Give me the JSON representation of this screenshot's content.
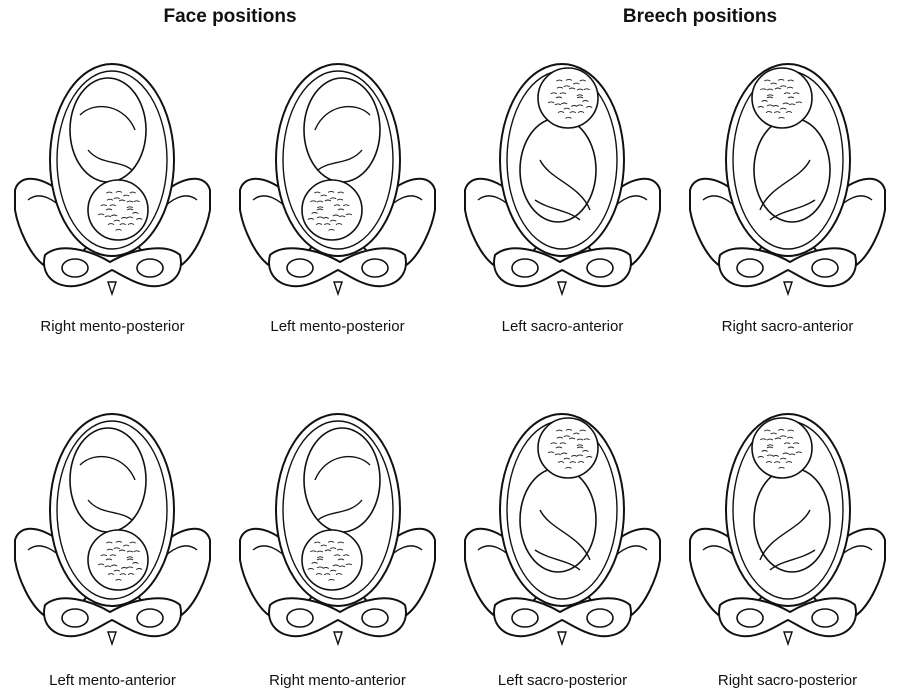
{
  "headings": {
    "face": "Face positions",
    "breech": "Breech positions"
  },
  "panels": [
    {
      "caption": "Right mento-posterior",
      "group": "face",
      "mirror": false,
      "head": "bottom"
    },
    {
      "caption": "Left mento-posterior",
      "group": "face",
      "mirror": true,
      "head": "bottom"
    },
    {
      "caption": "Left sacro-anterior",
      "group": "breech",
      "mirror": false,
      "head": "top"
    },
    {
      "caption": "Right sacro-anterior",
      "group": "breech",
      "mirror": true,
      "head": "top"
    },
    {
      "caption": "Left mento-anterior",
      "group": "face",
      "mirror": false,
      "head": "bottom"
    },
    {
      "caption": "Right mento-anterior",
      "group": "face",
      "mirror": true,
      "head": "bottom"
    },
    {
      "caption": "Left sacro-posterior",
      "group": "breech",
      "mirror": false,
      "head": "top"
    },
    {
      "caption": "Right sacro-posterior",
      "group": "breech",
      "mirror": true,
      "head": "top"
    }
  ]
}
